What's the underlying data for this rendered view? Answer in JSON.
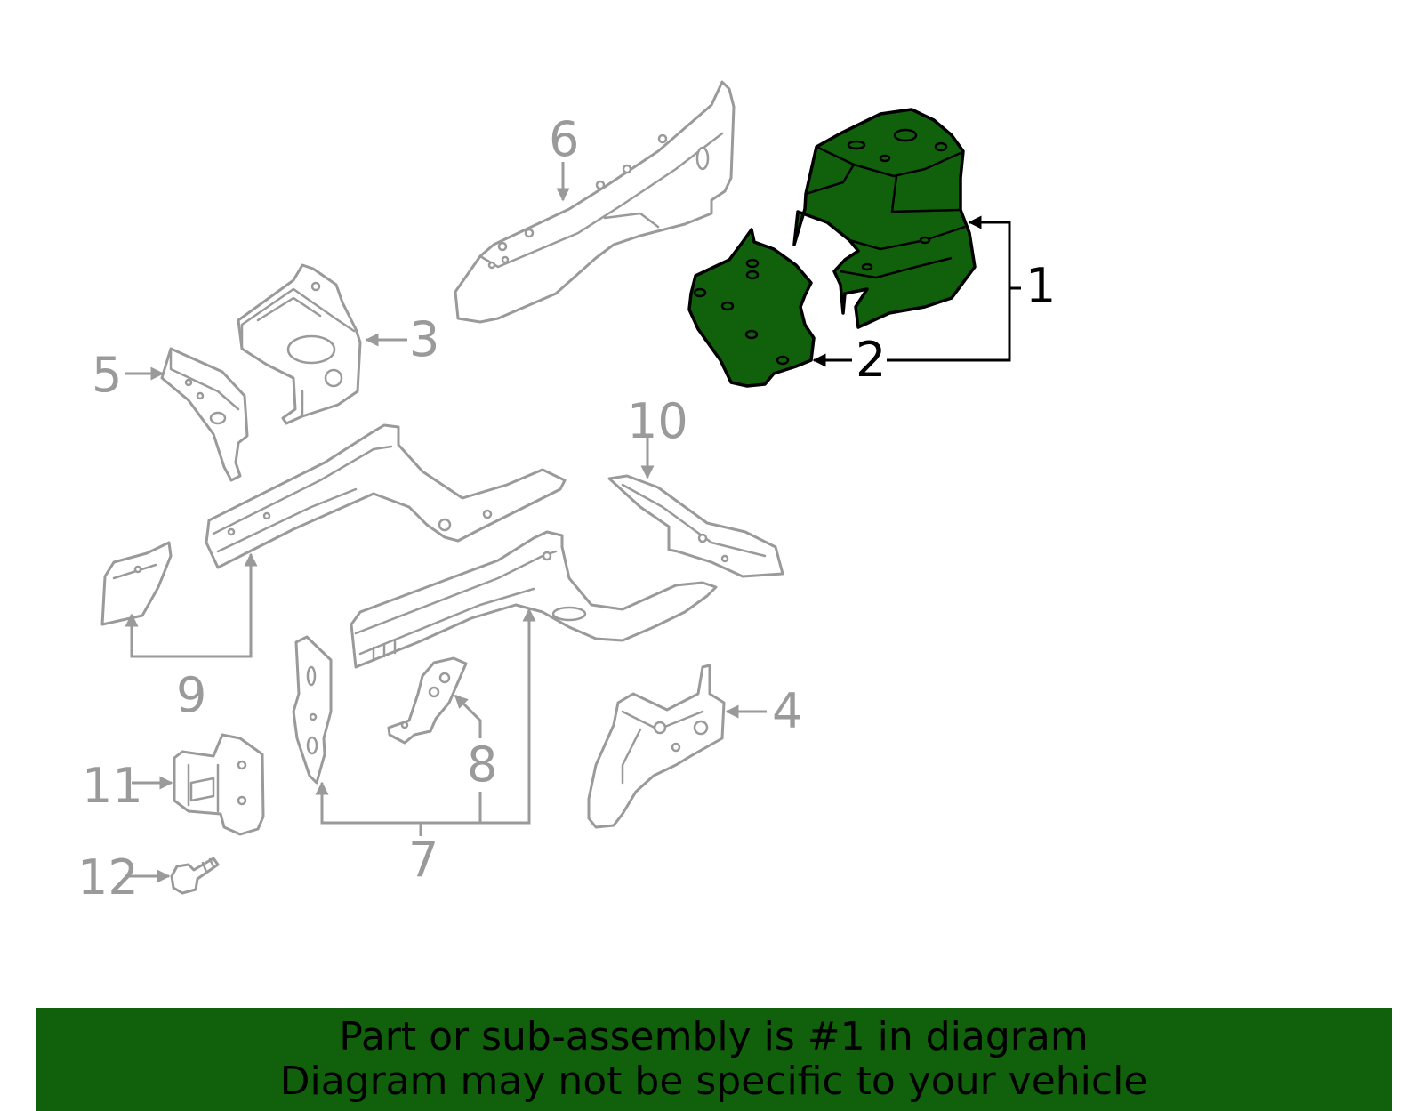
{
  "callouts": {
    "c1": "1",
    "c2": "2",
    "c3": "3",
    "c4": "4",
    "c5": "5",
    "c6": "6",
    "c7": "7",
    "c8": "8",
    "c9": "9",
    "c10": "10",
    "c11": "11",
    "c12": "12"
  },
  "highlight_color": "#11600b",
  "banner": {
    "line1": "Part or sub-assembly is #1 in diagram",
    "line2": "Diagram may not be specific to your vehicle"
  }
}
